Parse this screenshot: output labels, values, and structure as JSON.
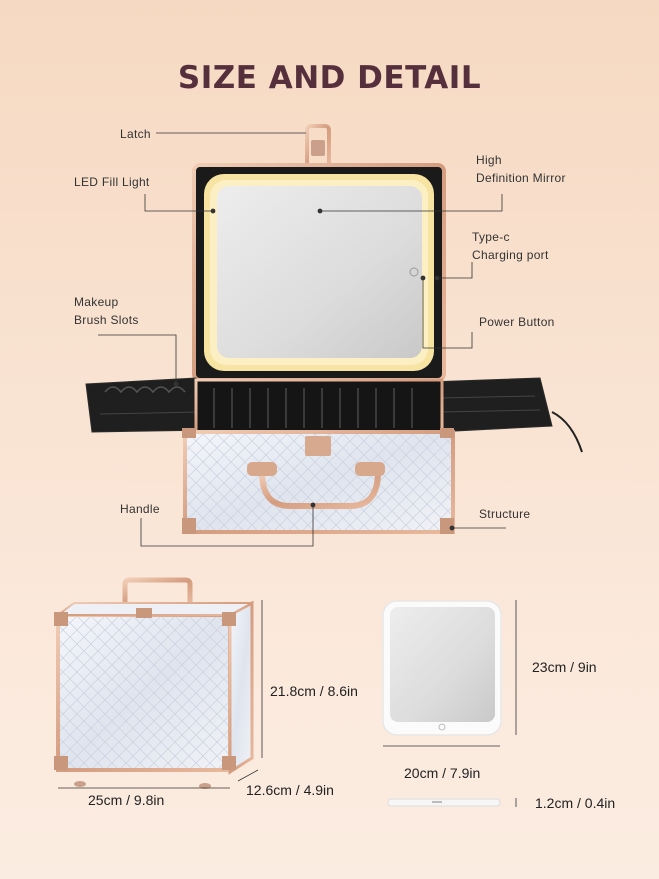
{
  "title": "SIZE AND DETAIL",
  "callouts": {
    "latch": "Latch",
    "led": "LED Fill Light",
    "mirror_l1": "High",
    "mirror_l2": "Definition Mirror",
    "typec_l1": "Type-c",
    "typec_l2": "Charging port",
    "brush_l1": "Makeup",
    "brush_l2": "Brush Slots",
    "power": "Power Button",
    "handle": "Handle",
    "structure": "Structure"
  },
  "dimensions": {
    "case_height": "21.8cm / 8.6in",
    "case_width": "25cm / 9.8in",
    "case_depth": "12.6cm / 4.9in",
    "mirror_height": "23cm / 9in",
    "mirror_width": "20cm / 7.9in",
    "mirror_thickness": "1.2cm / 0.4in"
  },
  "colors": {
    "rose_gold": "#d9a98c",
    "led_glow": "#f7e3a2",
    "title": "#55303c"
  }
}
